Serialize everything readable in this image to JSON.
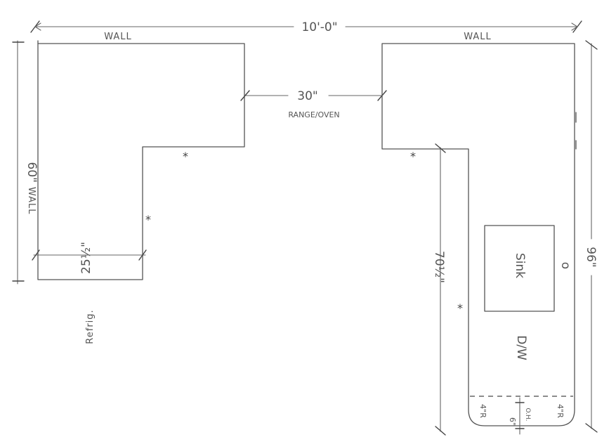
{
  "labels": {
    "overall_width": "10'-0\"",
    "wall_top_left": "WALL",
    "wall_top_right": "WALL",
    "left_depth_num": "60\"",
    "left_depth_wall": "WALL",
    "range_width": "30\"",
    "range_label": "RANGE/OVEN",
    "counter_left_width": "25½\"",
    "refrigerator": "Refrig.",
    "sink": "Sink",
    "dishwasher": "D/W",
    "right_height": "96\"",
    "peninsula_length": "70½\"",
    "radius_left": "4\"R",
    "radius_right": "4\"R",
    "overhang_depth": "6\"",
    "overhang_abbrev": "O.H.",
    "faucet_marker": "o",
    "seam_marker": "*"
  }
}
